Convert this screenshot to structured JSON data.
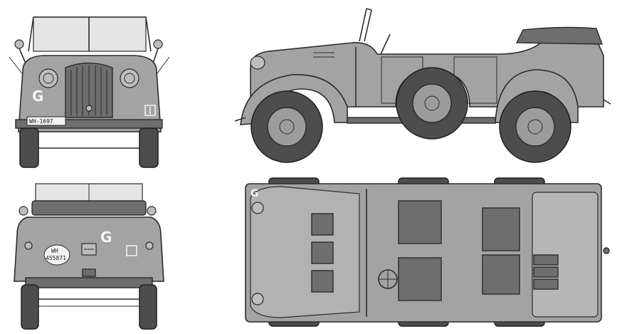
{
  "markings": {
    "division_letter": "G",
    "front_plate": "WH-1697",
    "rear_plate_prefix": "WH",
    "rear_plate_number": "455871"
  },
  "colors": {
    "vehicle_body": "#a3a3a3",
    "tyre": "#4d4d4d",
    "outline": "#2b2b2b",
    "background": "#ffffff"
  }
}
